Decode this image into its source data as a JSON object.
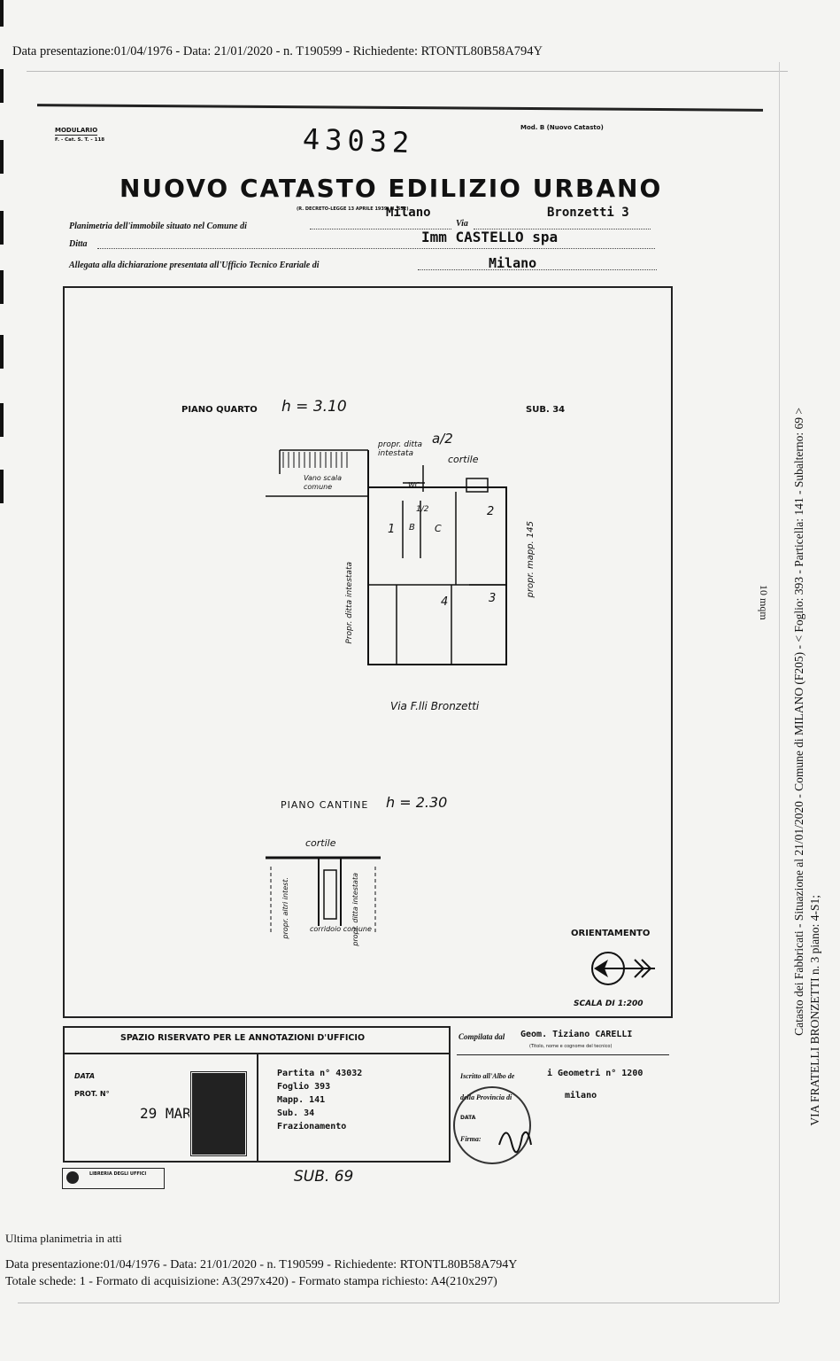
{
  "header_top": "Data presentazione:01/04/1976 - Data: 21/01/2020 - n. T190599 - Richiedente: RTONTL80B58A794Y",
  "form": {
    "modulario": "MODULARIO",
    "modulario_code": "F. - Cat. S. T. - 118",
    "handwritten_number": "43032",
    "mod_label": "Mod. B (Nuovo Catasto)",
    "title": "NUOVO CATASTO EDILIZIO URBANO",
    "decree": "(R. DECRETO-LEGGE 13 APRILE 1939, N. 652)",
    "planimetria_label": "Planimetria dell'immobile situato nel Comune di",
    "comune_value": "Milano",
    "via_label": "Via",
    "via_value": "Bronzetti 3",
    "ditta_label": "Ditta",
    "ditta_value": "Imm CASTELLO spa",
    "allegata_label": "Allegata alla dichiarazione presentata all'Ufficio Tecnico Erariale di",
    "allegata_value": "Milano"
  },
  "plan": {
    "piano_quarto": "PIANO QUARTO",
    "h_quarto": "h = 3.10",
    "sub": "SUB. 34",
    "a2": "a/2",
    "cortile_top": "cortile",
    "propr_ditta_top": "propr. ditta intestata",
    "vano_scala": "Vano scala comune",
    "wc": "WC",
    "room_b": "B",
    "room_c": "C",
    "room_1": "1",
    "room_2": "2",
    "room_3": "3",
    "room_4": "4",
    "half_bath": "1/2",
    "propr_mapp": "propr. mapp. 145",
    "propr_ditta_left": "Propr. ditta intestata",
    "via_bronzetti": "Via F.lli Bronzetti",
    "piano_cantine": "PIANO CANTINE",
    "h_cantine": "h = 2.30",
    "cortile_cantine": "cortile",
    "propr_altri": "propr. altri intest.",
    "propr_ditta_cantine": "propr. ditta intestata",
    "corridoio": "corridoio comune",
    "orientamento": "ORIENTAMENTO",
    "scala": "SCALA DI 1:200"
  },
  "annotations": {
    "spazio": "SPAZIO RISERVATO PER LE ANNOTAZIONI D'UFFICIO",
    "data_label": "DATA",
    "prot_label": "PROT. N°",
    "date_stamp": "29 MAR",
    "partita": "Partita n° 43032",
    "foglio": "Foglio 393",
    "mapp": "Mapp. 141",
    "sub": "Sub. 34",
    "frazionamento": "Frazionamento",
    "handwritten_sub": "SUB. 69",
    "compilata_label": "Compilata dal",
    "compilata_value": "Geom. Tiziano CARELLI",
    "compilata_sub": "(Titolo, nome e cognome del tecnico)",
    "iscritto_label": "Iscritto all'Albo de",
    "iscritto_value": "i Geometri n° 1200",
    "provincia_label": "della Provincia di",
    "provincia_value": "milano",
    "data_small": "DATA",
    "firma": "Firma:",
    "libreria": "LIBRERIA DEGLI UFFICI"
  },
  "footer": {
    "ultima": "Ultima planimetria in atti",
    "line1": "Data presentazione:01/04/1976 - Data: 21/01/2020 - n. T190599 - Richiedente: RTONTL80B58A794Y",
    "line2": "Totale schede: 1 - Formato di acquisizione: A3(297x420) - Formato stampa richiesto: A4(210x297)"
  },
  "side": {
    "line1": "Catasto dei Fabbricati - Situazione al 21/01/2020 - Comune di MILANO (F205) - < Foglio: 393 - Particella: 141 - Subalterno: 69 >",
    "line2": "VIA FRATELLI BRONZETTI n. 3 piano: 4-S1;",
    "mirrored": "10 mqm"
  }
}
